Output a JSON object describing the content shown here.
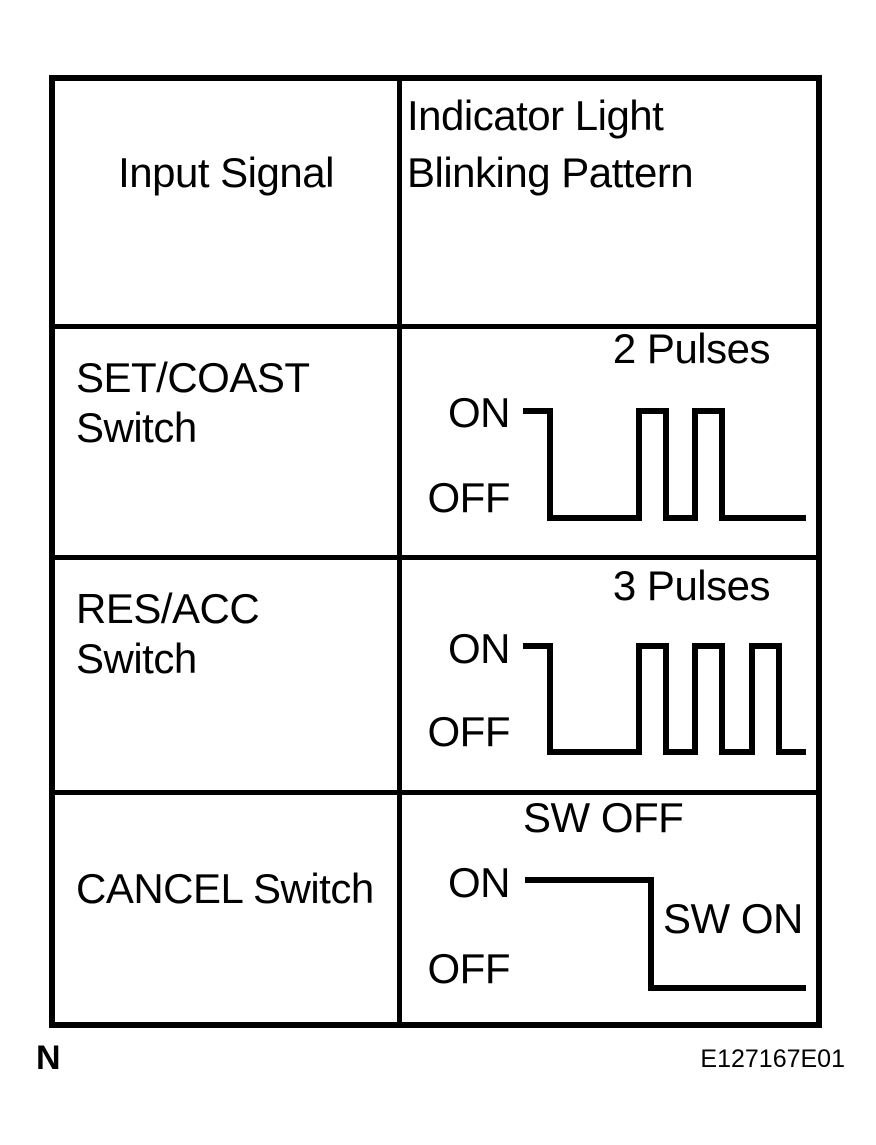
{
  "colors": {
    "ink": "#000000",
    "paper": "#ffffff"
  },
  "table": {
    "columns": [
      "Input Signal",
      "Indicator Light Blinking Pattern"
    ],
    "rows": [
      {
        "signal": "SET/COAST Switch",
        "signal_lines": [
          "SET/COAST",
          "Switch"
        ],
        "pattern": {
          "caption": "2 Pulses",
          "on_label": "ON",
          "off_label": "OFF",
          "pulse_count": 2,
          "points": [
            [
              121,
              82
            ],
            [
              148,
              82
            ],
            [
              148,
              189
            ],
            [
              237,
              189
            ],
            [
              237,
              82
            ],
            [
              264,
              82
            ],
            [
              264,
              189
            ],
            [
              293,
              189
            ],
            [
              293,
              82
            ],
            [
              320,
              82
            ],
            [
              320,
              189
            ],
            [
              404,
              189
            ]
          ]
        }
      },
      {
        "signal": "RES/ACC Switch",
        "signal_lines": [
          "RES/ACC",
          "Switch"
        ],
        "pattern": {
          "caption": "3 Pulses",
          "on_label": "ON",
          "off_label": "OFF",
          "pulse_count": 3,
          "points": [
            [
              121,
              86
            ],
            [
              148,
              86
            ],
            [
              148,
              192
            ],
            [
              237,
              192
            ],
            [
              237,
              86
            ],
            [
              264,
              86
            ],
            [
              264,
              192
            ],
            [
              293,
              192
            ],
            [
              293,
              86
            ],
            [
              320,
              86
            ],
            [
              320,
              192
            ],
            [
              350,
              192
            ],
            [
              350,
              86
            ],
            [
              377,
              86
            ],
            [
              377,
              192
            ],
            [
              404,
              192
            ]
          ]
        }
      },
      {
        "signal": "CANCEL Switch",
        "signal_lines": [
          "CANCEL Switch"
        ],
        "pattern": {
          "caption": "SW OFF",
          "sw_on_label": "SW ON",
          "on_label": "ON",
          "off_label": "OFF",
          "pulse_count": 0,
          "points": [
            [
              123,
              85
            ],
            [
              249,
              85
            ],
            [
              249,
              193
            ],
            [
              404,
              193
            ]
          ]
        }
      }
    ]
  },
  "footer": {
    "note": "N",
    "figure_code": "E127167E01"
  }
}
